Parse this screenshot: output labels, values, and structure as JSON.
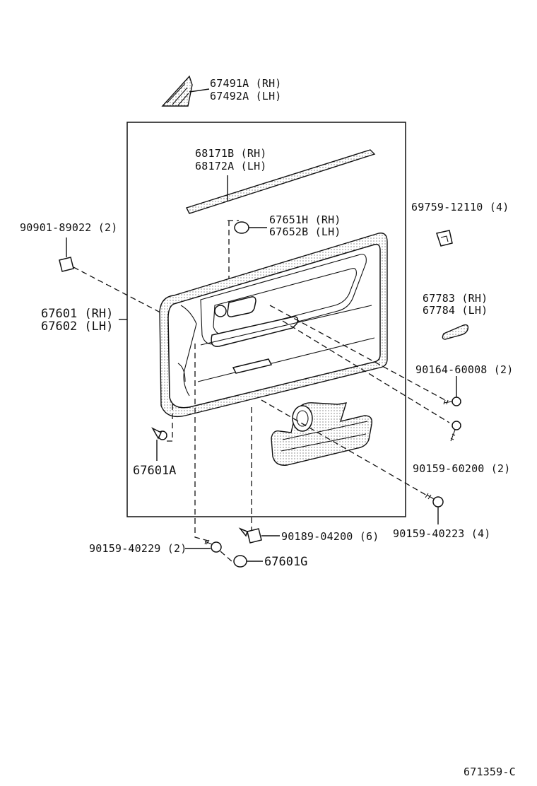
{
  "diagram": {
    "labels": {
      "p67491A": "67491A (RH)",
      "p67492A": "67492A (LH)",
      "p68171B": "68171B (RH)",
      "p68172A": "68172A (LH)",
      "p67651H": "67651H (RH)",
      "p67652B": "67652B (LH)",
      "p69759": "69759-12110 (4)",
      "p90901": "90901-89022 (2)",
      "p67601": "67601 (RH)",
      "p67602": "67602 (LH)",
      "p67783": "67783 (RH)",
      "p67784": "67784 (LH)",
      "p90164": "90164-60008 (2)",
      "p90159_60200": "90159-60200 (2)",
      "p67601A": "67601A",
      "p90159_40223": "90159-40223 (4)",
      "p90189": "90189-04200 (6)",
      "p90159_40229": "90159-40229 (2)",
      "p67601G": "67601G",
      "diagram_code": "671359-C"
    }
  }
}
